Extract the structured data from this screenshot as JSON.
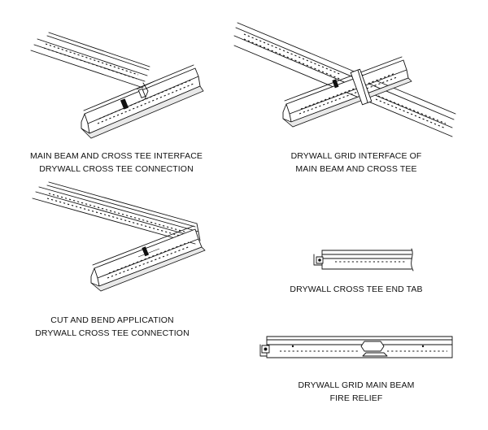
{
  "figures": [
    {
      "id": "fig1",
      "caption_lines": [
        "MAIN BEAM AND CROSS TEE INTERFACE",
        "DRYWALL CROSS TEE CONNECTION"
      ]
    },
    {
      "id": "fig2",
      "caption_lines": [
        "DRYWALL GRID INTERFACE OF",
        "MAIN BEAM AND CROSS TEE"
      ]
    },
    {
      "id": "fig3",
      "caption_lines": [
        "CUT AND BEND APPLICATION",
        "DRYWALL CROSS TEE CONNECTION"
      ]
    },
    {
      "id": "fig4",
      "caption_lines": [
        "DRYWALL CROSS TEE END TAB"
      ]
    },
    {
      "id": "fig5",
      "caption_lines": [
        "DRYWALL GRID MAIN BEAM",
        "FIRE RELIEF"
      ]
    }
  ]
}
